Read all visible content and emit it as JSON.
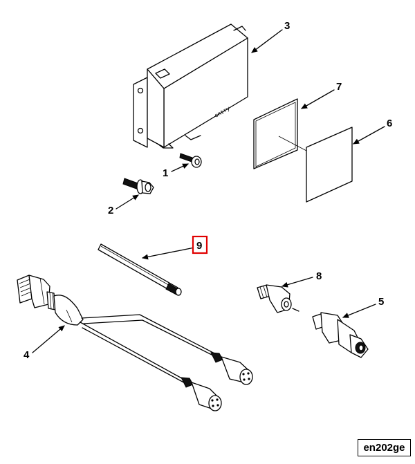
{
  "callouts": {
    "c1": "1",
    "c2": "2",
    "c3": "3",
    "c4": "4",
    "c5": "5",
    "c6": "6",
    "c7": "7",
    "c8": "8",
    "c9": "9"
  },
  "highlighted_callout": "9",
  "module_label": "cntry",
  "reference_code": "en202ge",
  "colors": {
    "highlight": "#e00000",
    "ink": "#000000"
  }
}
